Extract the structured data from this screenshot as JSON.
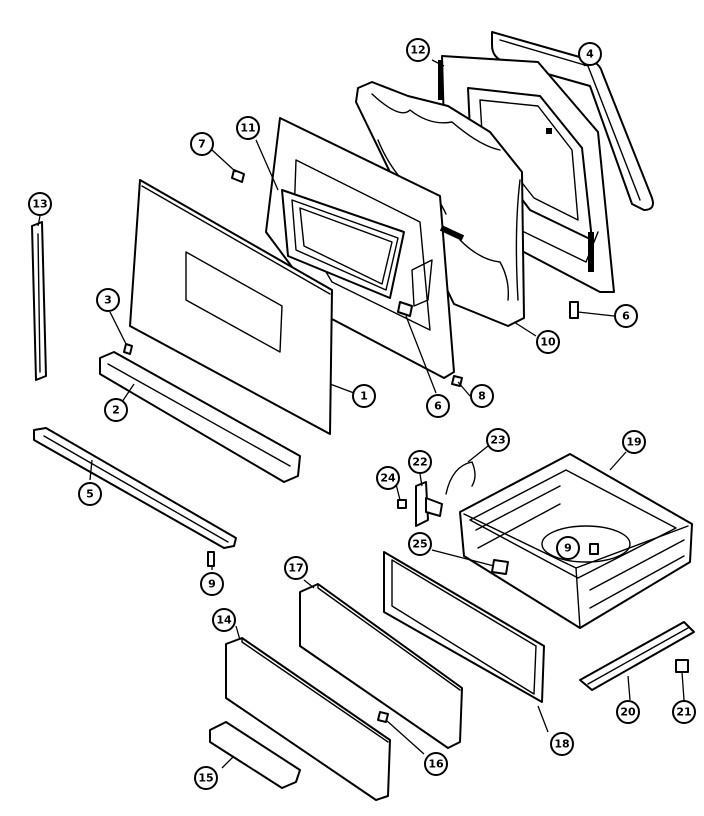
{
  "callouts": [
    {
      "key": "c1",
      "label": "1"
    },
    {
      "key": "c2",
      "label": "2"
    },
    {
      "key": "c3",
      "label": "3"
    },
    {
      "key": "c4",
      "label": "4"
    },
    {
      "key": "c5",
      "label": "5"
    },
    {
      "key": "c6a",
      "label": "6"
    },
    {
      "key": "c6b",
      "label": "6"
    },
    {
      "key": "c7",
      "label": "7"
    },
    {
      "key": "c8",
      "label": "8"
    },
    {
      "key": "c9a",
      "label": "9"
    },
    {
      "key": "c9b",
      "label": "9"
    },
    {
      "key": "c10",
      "label": "10"
    },
    {
      "key": "c11",
      "label": "11"
    },
    {
      "key": "c12",
      "label": "12"
    },
    {
      "key": "c13",
      "label": "13"
    },
    {
      "key": "c14",
      "label": "14"
    },
    {
      "key": "c15",
      "label": "15"
    },
    {
      "key": "c16",
      "label": "16"
    },
    {
      "key": "c17",
      "label": "17"
    },
    {
      "key": "c18",
      "label": "18"
    },
    {
      "key": "c19",
      "label": "19"
    },
    {
      "key": "c20",
      "label": "20"
    },
    {
      "key": "c21",
      "label": "21"
    },
    {
      "key": "c22",
      "label": "22"
    },
    {
      "key": "c23",
      "label": "23"
    },
    {
      "key": "c24",
      "label": "24"
    },
    {
      "key": "c25",
      "label": "25"
    }
  ]
}
